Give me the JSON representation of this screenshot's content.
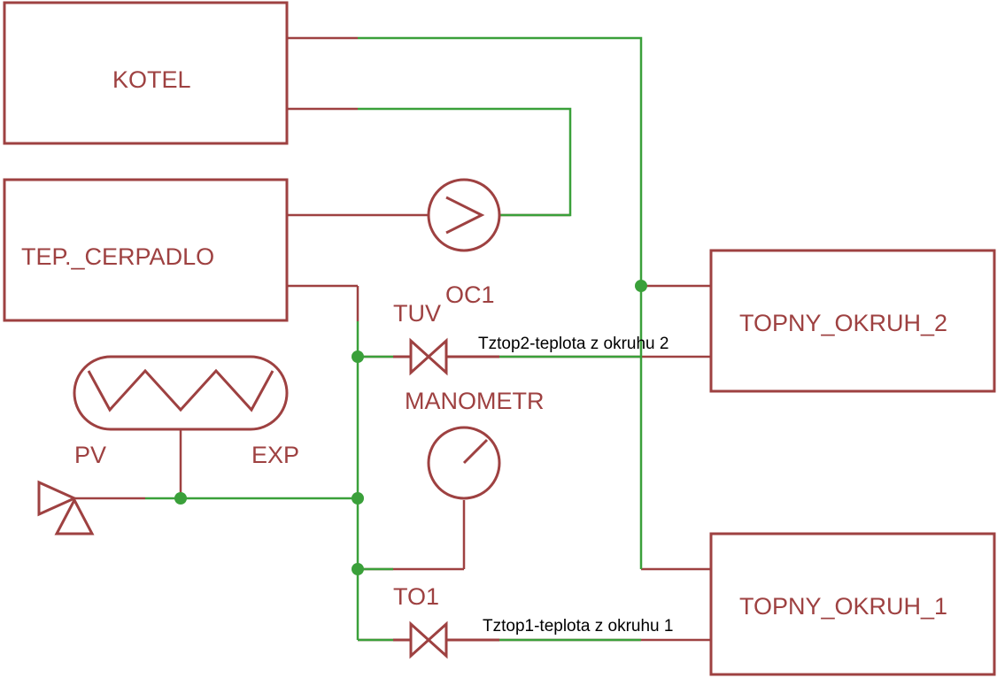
{
  "components": {
    "kotel": "KOTEL",
    "tep_cerpadlo": "TEP._CERPADLO",
    "topny_okruh_2": "TOPNY_OKRUH_2",
    "topny_okruh_1": "TOPNY_OKRUH_1",
    "oc1": "OC1",
    "tuv": "TUV",
    "manometr": "MANOMETR",
    "pv": "PV",
    "exp": "EXP",
    "to1": "TO1"
  },
  "annotations": {
    "sensor_circuit_2": "Tztop2-teplota z okruhu 2",
    "sensor_circuit_1": "Tztop1-teplota z okruhu 1"
  },
  "colors": {
    "component": "#9e4141",
    "wire": "#3aa03a",
    "annotation": "#000000"
  }
}
